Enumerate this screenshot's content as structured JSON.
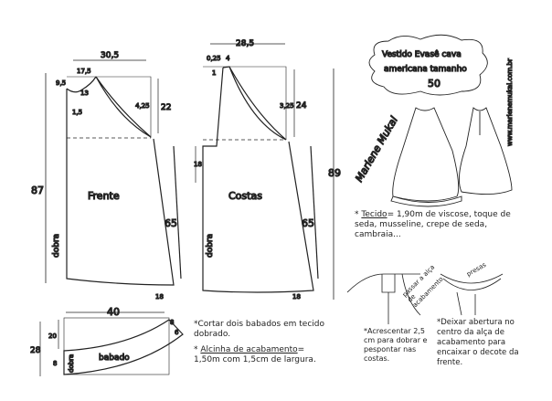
{
  "title": {
    "line1": "Vestido Evasê cava",
    "line2": "americana tamanho",
    "line3": "50"
  },
  "website": "www.marlenemukai.com.br",
  "signature": "Marlene Mukai",
  "front": {
    "name": "Frente",
    "fold": "dobra",
    "width": "30,5",
    "neck_width": "17,5",
    "neck_drop": "9,5",
    "neck_a": "1,5",
    "neck_b": "13",
    "armhole_bias": "4,25",
    "armhole_depth": "22",
    "length": "87",
    "side": "65",
    "hem": "18"
  },
  "back": {
    "name": "Costas",
    "fold": "dobra",
    "width": "28,5",
    "neck_a": "0,25",
    "neck_b": "4",
    "neck_drop": "1",
    "armhole_bias": "3,25",
    "armhole_depth": "24",
    "fold_mark": "18",
    "length": "89",
    "side": "65",
    "hem": "18"
  },
  "ruffle": {
    "name": "babado",
    "fold": "dobra",
    "width": "40",
    "height_top": "20",
    "height_bottom": "8",
    "total": "28",
    "corner_a": "8",
    "corner_b": "6"
  },
  "notes": {
    "fabric_label": "Tecido",
    "fabric": "= 1,90m de viscose, toque de seda, musseline, crepe de seda, cambraia...",
    "ruffle_cut": "*Cortar dois babados em tecido dobrado.",
    "strap_label": "Alcinha de acabamento",
    "strap": "= 1,50m com 1,5cm de largura.",
    "add": "*Acrescentar 2,5 cm para dobrar e pespontar nas costas.",
    "pass": "passar a alça de acabamento",
    "pins": "presas",
    "opening": "*Deixar abertura no centro da alça de acabamento para encaixar o decote da frente."
  }
}
